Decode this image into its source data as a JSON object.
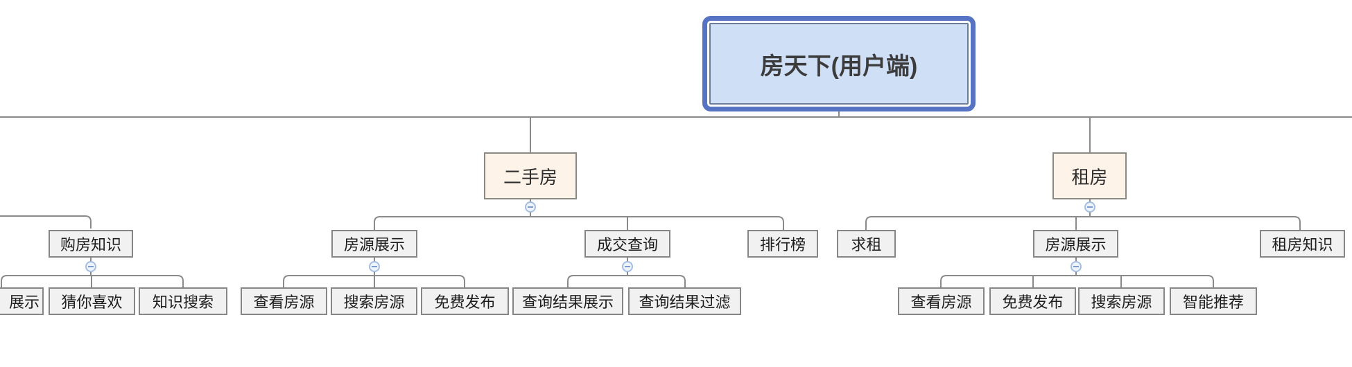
{
  "colors": {
    "root_fill": "#cfe0f6",
    "root_border": "#5673c4",
    "root_inner_border": "#6b7d99",
    "root_text": "#3c3c3c",
    "branch_fill": "#fdf3e8",
    "branch_border": "#8a8a84",
    "node_fill": "#f1f1f1",
    "node_border": "#868686",
    "text": "#1c1c1c",
    "line": "#8a8a8a",
    "icon_bg": "#eef4fc",
    "icon_ring": "#a3bde4",
    "icon_minus": "#7e9ad0"
  },
  "icons": {
    "collapse": "minus-circle"
  },
  "map": {
    "root": {
      "label": "房天下(用户端)"
    },
    "left_partial": {
      "parent": {
        "label": "购房知识"
      },
      "children": [
        {
          "label": "展示"
        },
        {
          "label": "猜你喜欢"
        },
        {
          "label": "知识搜索"
        }
      ]
    },
    "branches": [
      {
        "label": "二手房",
        "children": [
          {
            "label": "房源展示",
            "children": [
              {
                "label": "查看房源"
              },
              {
                "label": "搜索房源"
              },
              {
                "label": "免费发布"
              }
            ]
          },
          {
            "label": "成交查询",
            "children": [
              {
                "label": "查询结果展示"
              },
              {
                "label": "查询结果过滤"
              }
            ]
          },
          {
            "label": "排行榜",
            "children": []
          }
        ]
      },
      {
        "label": "租房",
        "children": [
          {
            "label": "求租",
            "children": []
          },
          {
            "label": "房源展示",
            "children": [
              {
                "label": "查看房源"
              },
              {
                "label": "免费发布"
              },
              {
                "label": "搜索房源"
              },
              {
                "label": "智能推荐"
              }
            ]
          },
          {
            "label": "租房知识",
            "children": []
          }
        ]
      }
    ]
  }
}
